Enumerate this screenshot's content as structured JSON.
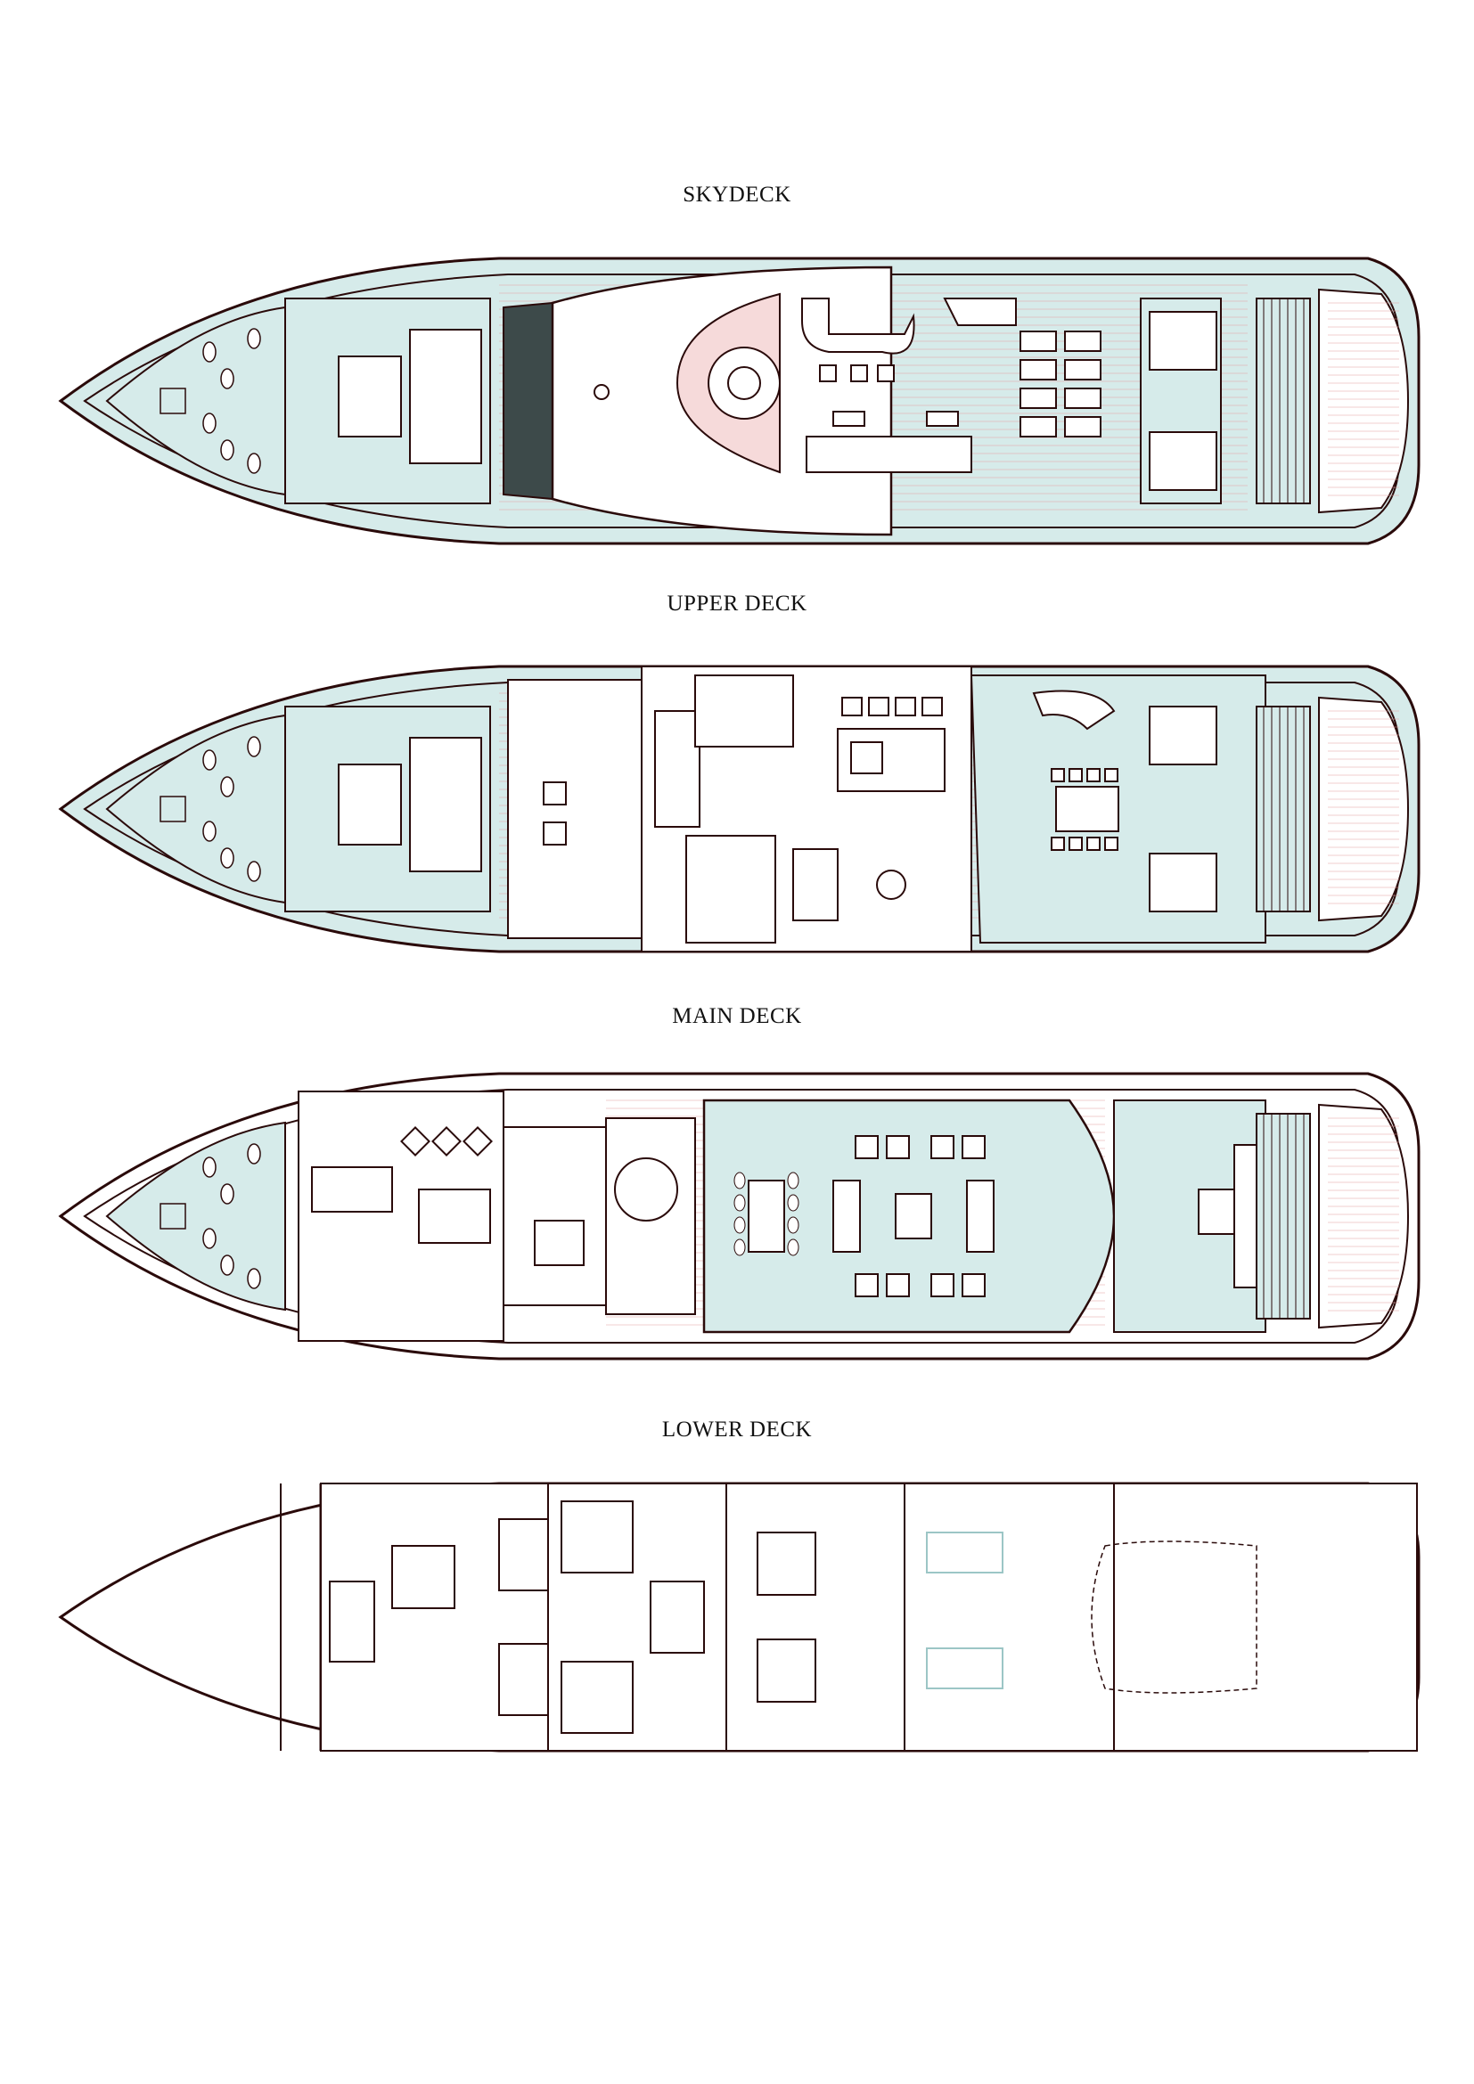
{
  "decks": [
    {
      "label": "SKYDECK"
    },
    {
      "label": "UPPER DECK"
    },
    {
      "label": "MAIN DECK"
    },
    {
      "label": "LOWER DECK"
    }
  ],
  "colors": {
    "line": "#2a0a0a",
    "deck_fill": "#d6ebea",
    "accent_line": "#e3a0a0",
    "dark_glass": "#3d4a4a"
  }
}
